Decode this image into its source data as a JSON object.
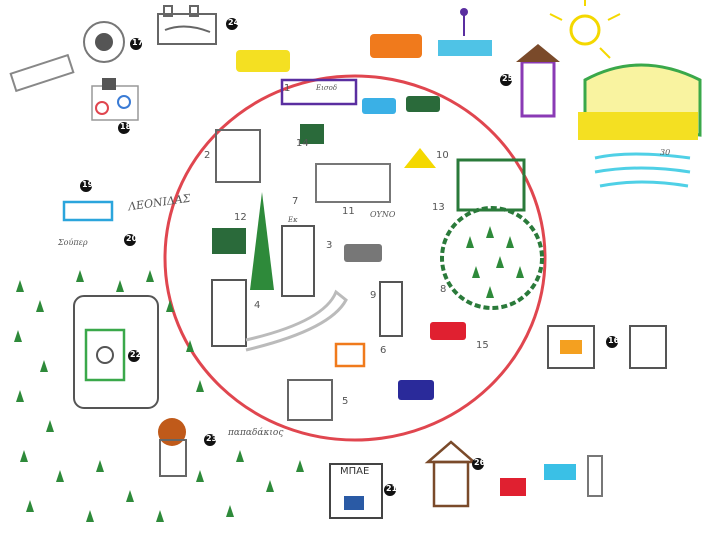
{
  "drawing": {
    "circle_color": "#e0464f",
    "tree_color": "#2e8a3a",
    "numbered_markers": [
      "17",
      "24",
      "18",
      "25",
      "19",
      "20",
      "22",
      "23",
      "21",
      "26",
      "16"
    ],
    "circle_markers": [
      "1",
      "2",
      "3",
      "4",
      "5",
      "6",
      "7",
      "8",
      "9",
      "10",
      "11",
      "12",
      "13",
      "14",
      "15"
    ],
    "handwritten": {
      "name": "ΛΕΟΝΙΔΑΣ",
      "store": "Σούπερ",
      "street": "παπαδάκιος",
      "sign_21": "ΜΠΑΕ",
      "sign_center": "ΟΥΝΟ",
      "sign_park": "Εισοδ",
      "sign_13": "Εκ",
      "beach": "30"
    }
  }
}
